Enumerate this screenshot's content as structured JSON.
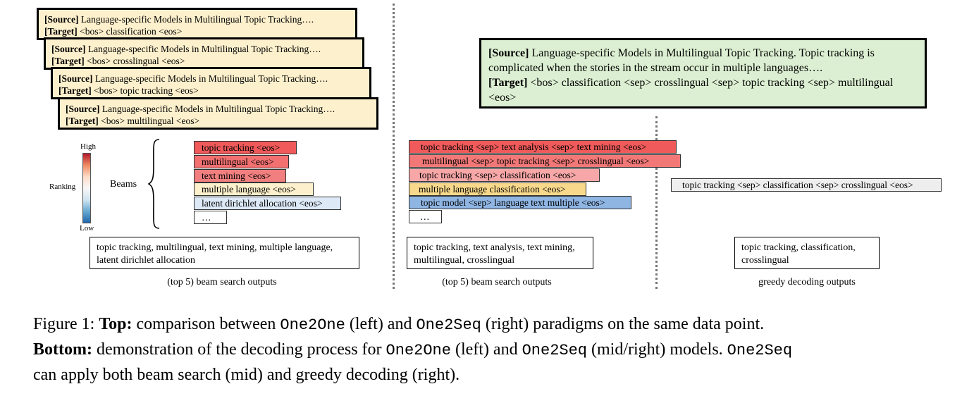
{
  "left_panel": {
    "stack_cards": [
      {
        "source_label": "[Source]",
        "source_text": "Language-specific Models in Multilingual Topic Tracking….",
        "target_label": "[Target]",
        "target_text": "<bos> classification <eos>"
      },
      {
        "source_label": "[Source]",
        "source_text": "Language-specific Models in Multilingual Topic Tracking….",
        "target_label": "[Target]",
        "target_text": "<bos> crosslingual <eos>"
      },
      {
        "source_label": "[Source]",
        "source_text": "Language-specific Models in Multilingual Topic Tracking….",
        "target_label": "[Target]",
        "target_text": "<bos> topic tracking <eos>"
      },
      {
        "source_label": "[Source]",
        "source_text": "Language-specific Models in Multilingual Topic Tracking….",
        "target_label": "[Target]",
        "target_text": "<bos> multilingual <eos>"
      }
    ],
    "colorbar": {
      "high": "High",
      "low": "Low",
      "label": "Ranking"
    },
    "beams_label": "Beams",
    "beams": [
      {
        "text": "topic tracking <eos>",
        "color": "#f05a5a"
      },
      {
        "text": "multilingual <eos>",
        "color": "#f27070"
      },
      {
        "text": "text mining <eos>",
        "color": "#f27f7f"
      },
      {
        "text": "multiple language <eos>",
        "color": "#fdf0cc"
      },
      {
        "text": "latent dirichlet allocation <eos>",
        "color": "#dde9f7"
      },
      {
        "text": "…",
        "color": "#ffffff"
      }
    ],
    "output": "topic tracking, multilingual, text mining, multiple language, latent dirichlet allocation",
    "caption": "(top 5) beam search outputs"
  },
  "right_panel": {
    "source_label": "[Source]",
    "source_text": "Language-specific Models in Multilingual Topic Tracking. Topic tracking is complicated when the stories in the stream occur in multiple languages….",
    "target_label": "[Target]",
    "target_text": "<bos> classification <sep> crosslingual <sep> topic tracking <sep> multilingual <eos>",
    "beams": [
      {
        "text": "topic tracking <sep> text analysis <sep> text mining <eos>",
        "color": "#f05a5a"
      },
      {
        "text": "multilingual <sep> topic tracking <sep> crosslingual <eos>",
        "color": "#f27878"
      },
      {
        "text": "topic tracking <sep> classification <eos>",
        "color": "#f7a7a7"
      },
      {
        "text": "multiple language classification <eos>",
        "color": "#f8d98c"
      },
      {
        "text": "topic model <sep> language text multiple <eos>",
        "color": "#8fb5e3"
      },
      {
        "text": "…",
        "color": "#ffffff"
      }
    ],
    "beam_output": "topic tracking, text analysis, text mining, multilingual, crosslingual",
    "beam_caption": "(top 5) beam search outputs",
    "greedy_beam": {
      "text": "topic tracking <sep> classification <sep> crosslingual <eos>",
      "color": "#eeeeee"
    },
    "greedy_output": "topic tracking, classification, crosslingual",
    "greedy_caption": "greedy decoding outputs"
  },
  "figure_caption": {
    "prefix": "Figure 1:",
    "top_label": "Top:",
    "part1": "comparison between",
    "one2one": "One2One",
    "left": "(left) and",
    "one2seq": "One2Seq",
    "part2": "(right) paradigms on the same data point.",
    "bottom_label": "Bottom:",
    "part3": "demonstration of the decoding process for",
    "part4": "(left) and",
    "part5": "(mid/right) models.",
    "part6": "can apply both beam search (mid) and greedy decoding (right)."
  }
}
